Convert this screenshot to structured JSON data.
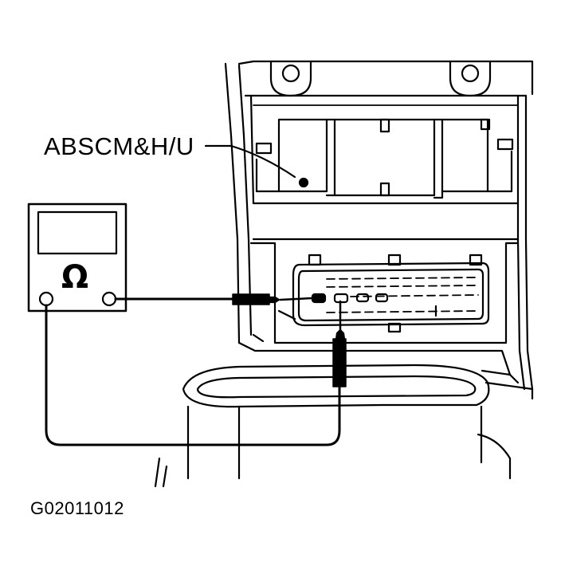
{
  "diagram": {
    "callout_label": "ABSCM&H/U",
    "figure_code": "G02011012",
    "meter_symbol": "Ω"
  },
  "icons": {
    "meter": "ohmmeter-icon",
    "connector": "connector-icon"
  },
  "colors": {
    "line": "#000000",
    "background": "#ffffff"
  }
}
